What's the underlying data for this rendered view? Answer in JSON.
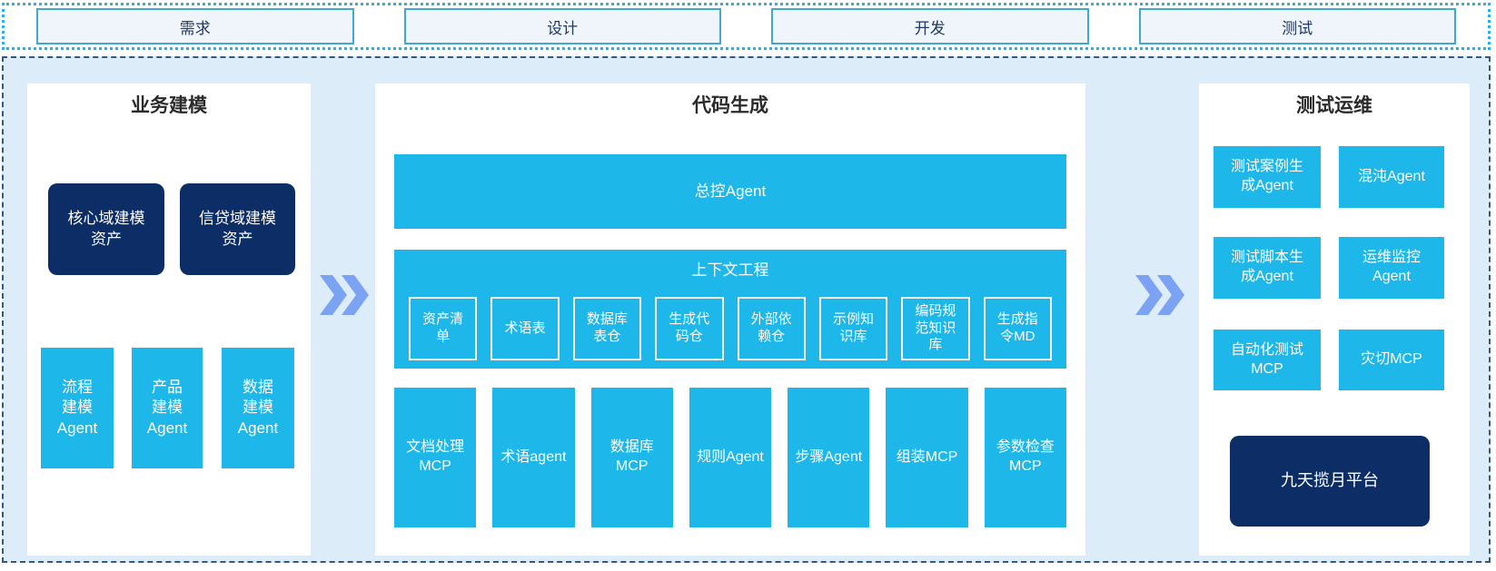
{
  "phases": [
    {
      "label": "需求"
    },
    {
      "label": "设计"
    },
    {
      "label": "开发"
    },
    {
      "label": "测试"
    }
  ],
  "panels": {
    "business_modeling": {
      "title": "业务建模",
      "asset_boxes": [
        {
          "label": "核心域建模\n资产"
        },
        {
          "label": "信贷域建模\n资产"
        }
      ],
      "agent_boxes": [
        {
          "label": "流程\n建模\nAgent"
        },
        {
          "label": "产品\n建模\nAgent"
        },
        {
          "label": "数据\n建模\nAgent"
        }
      ]
    },
    "code_generation": {
      "title": "代码生成",
      "master_agent": {
        "label": "总控Agent"
      },
      "context_engineering": {
        "title": "上下文工程",
        "items": [
          {
            "label": "资产清\n单"
          },
          {
            "label": "术语表"
          },
          {
            "label": "数据库\n表仓"
          },
          {
            "label": "生成代\n码仓"
          },
          {
            "label": "外部依\n赖仓"
          },
          {
            "label": "示例知\n识库"
          },
          {
            "label": "编码规\n范知识\n库"
          },
          {
            "label": "生成指\n令MD"
          }
        ]
      },
      "tool_boxes": [
        {
          "label": "文档处理\nMCP"
        },
        {
          "label": "术语agent"
        },
        {
          "label": "数据库\nMCP"
        },
        {
          "label": "规则Agent"
        },
        {
          "label": "步骤Agent"
        },
        {
          "label": "组装MCP"
        },
        {
          "label": "参数检查\nMCP"
        }
      ]
    },
    "test_ops": {
      "title": "测试运维",
      "boxes": [
        {
          "label": "测试案例生\n成Agent"
        },
        {
          "label": "混沌Agent"
        },
        {
          "label": "测试脚本生\n成Agent"
        },
        {
          "label": "运维监控\nAgent"
        },
        {
          "label": "自动化测试\nMCP"
        },
        {
          "label": "灾切MCP"
        }
      ],
      "platform": {
        "label": "九天揽月平台"
      }
    }
  },
  "arrows": [
    {
      "name": "chevron-double-right"
    },
    {
      "name": "chevron-double-right"
    }
  ],
  "colors": {
    "accent_cyan": "#1db7e9",
    "navy": "#0d2d66",
    "arrow_blue": "#7ba2f3",
    "container_bg": "#dcedf9",
    "strip_box_bg": "#eff5fa",
    "strip_box_border": "#3fa9cf",
    "strip_border": "#2fb0dd",
    "container_border": "#35597f",
    "phase_text": "#1f3864",
    "title_text": "#2b2b2b"
  }
}
